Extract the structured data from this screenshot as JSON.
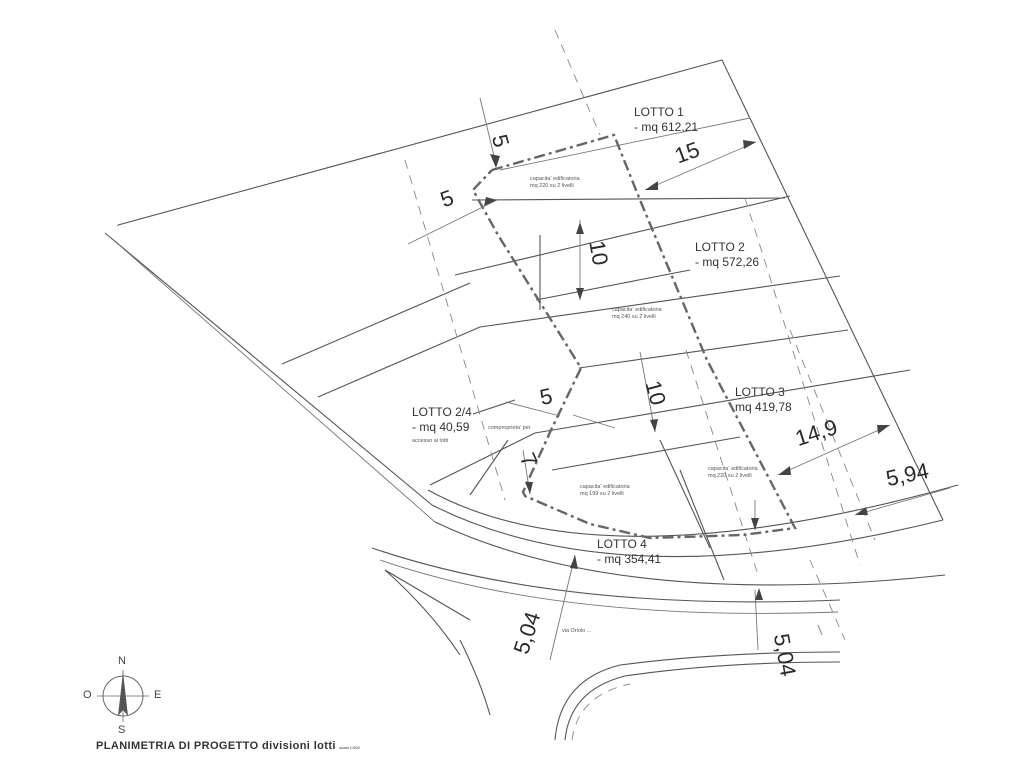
{
  "lots": {
    "lotto1": {
      "name": "LOTTO 1",
      "area": "- mq 612,21"
    },
    "lotto2": {
      "name": "LOTTO 2",
      "area": "- mq 572,26"
    },
    "lotto3": {
      "name": "LOTTO 3",
      "area": "mq 419,78"
    },
    "lotto24": {
      "name": "LOTTO 2/4",
      "area": "- mq 40,59",
      "note_line1": "comproprieta' per",
      "note_line2": "accesso ai lotti"
    },
    "lotto4": {
      "name": "LOTTO 4",
      "area": "- mq 354,41"
    }
  },
  "buildable": {
    "b1": {
      "line1": "capacita' edificatoria",
      "line2": "mq 220 su 2 livelli"
    },
    "b2": {
      "line1": "capacita' edificatoria",
      "line2": "mq 240 su 2 livelli"
    },
    "b3": {
      "line1": "capacita' edificatoria",
      "line2": "mq 220 su 2 livelli"
    },
    "b4": {
      "line1": "capacita' edificatoria",
      "line2": "mq 199 su 2 livelli"
    }
  },
  "dimensions": {
    "d5_top": "5",
    "d5_left": "5",
    "d15": "15",
    "d10_a": "10",
    "d10_b": "10",
    "d5_mid": "5",
    "d7": "7",
    "d14_9": "14,9",
    "d5_94": "5,94",
    "d5_04_left": "5,04",
    "d5_04_right": "5,04"
  },
  "street_label": "via Oriolo ...",
  "compass": {
    "n": "N",
    "s": "S",
    "e": "E",
    "o": "O"
  },
  "title": {
    "main": "PLANIMETRIA DI PROGETTO divisioni lotti",
    "scale": "scala 1:500"
  }
}
